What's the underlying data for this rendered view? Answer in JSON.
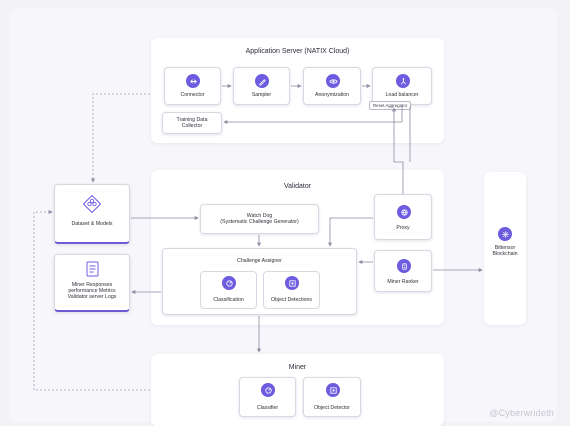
{
  "app_server": {
    "title": "Application Server (NATIX Cloud)",
    "connector": "Connector",
    "sampler": "Sampler",
    "anonymization": "Anonymization",
    "load_balancer": "Load balancer",
    "reset_aggregator": "Reset Aggregator",
    "training_collector": "Training Data\nCollector"
  },
  "validator": {
    "title": "Validator",
    "watch_dog": "Watch Dog\n(Systematic Challenge Generator)",
    "challenge_assigner": "Challenge Assigner",
    "classification": "Classification",
    "object_detections": "Object Detections",
    "proxy": "Proxy",
    "miner_ranker": "Miner Ranker"
  },
  "left": {
    "dataset_models": "Dataset & Models",
    "miner_responses": "Miner Responses\nperformance Metrics\nValidator server Logs"
  },
  "bittensor": "Bittensor\nBlockchain",
  "miner": {
    "title": "Miner",
    "classifier": "Classifier",
    "object_detector": "Object Detector"
  },
  "watermark": "@Cyberwrideth",
  "colors": {
    "accent": "#6d5ce0",
    "line": "#8e8aa2",
    "panel": "#ffffff",
    "background": "#f3f2f6"
  }
}
